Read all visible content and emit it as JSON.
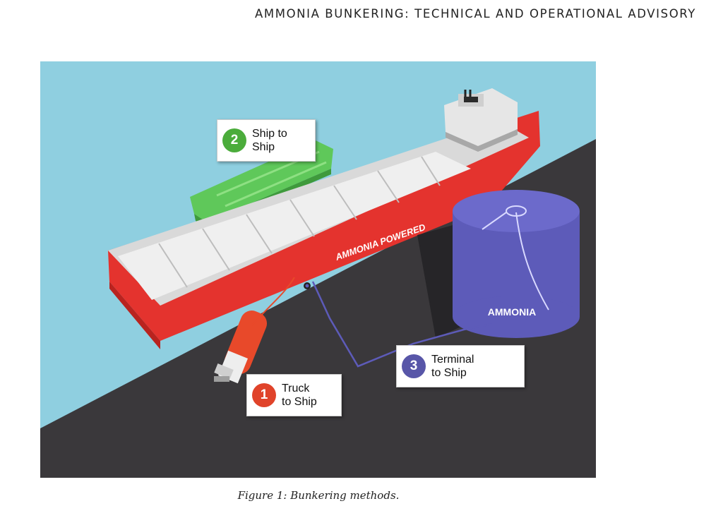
{
  "header": {
    "title": "AMMONIA BUNKERING: TECHNICAL AND OPERATIONAL ADVISORY"
  },
  "figure": {
    "ship_text": "AMMONIA POWERED",
    "tank_text": "AMMONIA",
    "callouts": [
      {
        "number": "2",
        "label": "Ship to\nShip",
        "color": "#4bac3b"
      },
      {
        "number": "3",
        "label": "Terminal\nto Ship",
        "color": "#5856a8"
      },
      {
        "number": "1",
        "label": "Truck\nto Ship",
        "color": "#e0432a"
      }
    ],
    "caption": "Figure 1: Bunkering methods."
  },
  "colors": {
    "water": "#8fcfe0",
    "quay": "#3a383b",
    "hull": "#e4332e",
    "tank": "#5d5bb9",
    "barge": "#5fc85a"
  }
}
